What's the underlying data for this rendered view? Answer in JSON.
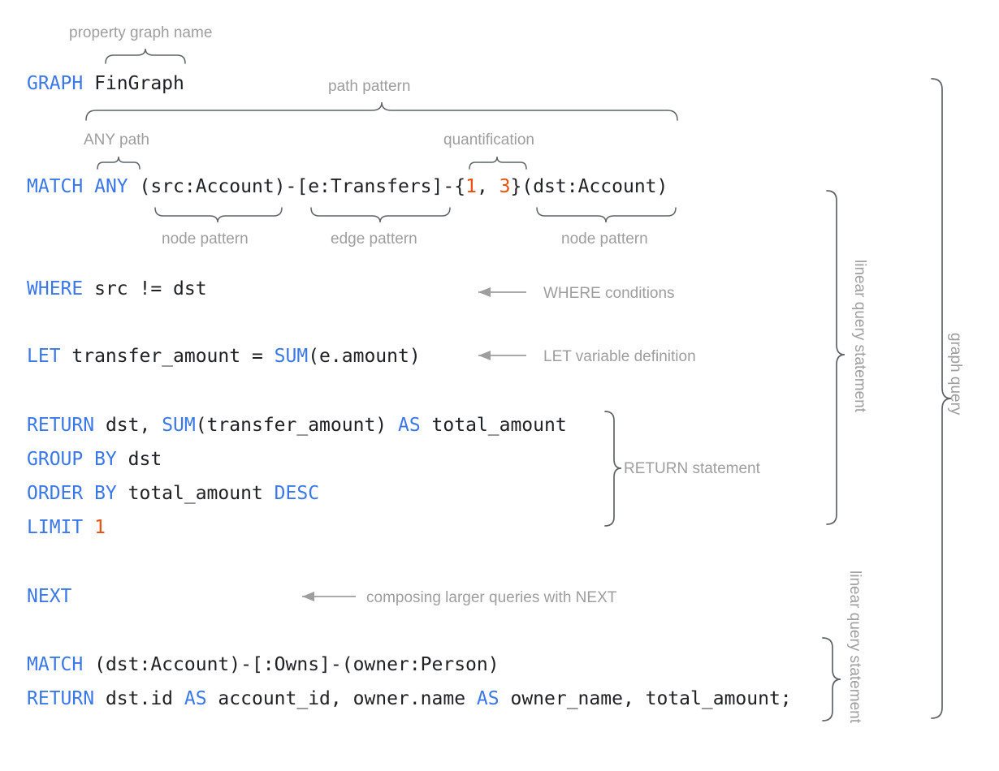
{
  "diagram": {
    "title": "GQL graph query annotated syntax diagram",
    "colors": {
      "keyword": "#3b78e7",
      "literal": "#e8500f",
      "code_text": "#202124",
      "annotation": "#9e9e9e",
      "brace": "#5f6368",
      "background": "#ffffff"
    }
  },
  "code_lines": [
    {
      "id": "line-graph",
      "tokens": [
        {
          "t": "GRAPH",
          "k": "kw"
        },
        {
          "t": " FinGraph",
          "k": "plain"
        }
      ]
    },
    {
      "id": "line-match-any",
      "tokens": [
        {
          "t": "MATCH",
          "k": "kw"
        },
        {
          "t": " ",
          "k": "plain"
        },
        {
          "t": "ANY",
          "k": "kw"
        },
        {
          "t": " (src:Account)-[e:Transfers]-{",
          "k": "plain"
        },
        {
          "t": "1",
          "k": "num"
        },
        {
          "t": ", ",
          "k": "plain"
        },
        {
          "t": "3",
          "k": "num"
        },
        {
          "t": "}(dst:Account)",
          "k": "plain"
        }
      ]
    },
    {
      "id": "line-where",
      "tokens": [
        {
          "t": "WHERE",
          "k": "kw"
        },
        {
          "t": " src != dst",
          "k": "plain"
        }
      ]
    },
    {
      "id": "line-let",
      "tokens": [
        {
          "t": "LET",
          "k": "kw"
        },
        {
          "t": " transfer_amount = ",
          "k": "plain"
        },
        {
          "t": "SUM",
          "k": "kw"
        },
        {
          "t": "(e.amount)",
          "k": "plain"
        }
      ]
    },
    {
      "id": "line-return",
      "tokens": [
        {
          "t": "RETURN",
          "k": "kw"
        },
        {
          "t": " dst, ",
          "k": "plain"
        },
        {
          "t": "SUM",
          "k": "kw"
        },
        {
          "t": "(transfer_amount) ",
          "k": "plain"
        },
        {
          "t": "AS",
          "k": "kw"
        },
        {
          "t": " total_amount",
          "k": "plain"
        }
      ]
    },
    {
      "id": "line-group-by",
      "tokens": [
        {
          "t": "GROUP BY",
          "k": "kw"
        },
        {
          "t": " dst",
          "k": "plain"
        }
      ]
    },
    {
      "id": "line-order-by",
      "tokens": [
        {
          "t": "ORDER BY",
          "k": "kw"
        },
        {
          "t": " total_amount ",
          "k": "plain"
        },
        {
          "t": "DESC",
          "k": "kw"
        }
      ]
    },
    {
      "id": "line-limit",
      "tokens": [
        {
          "t": "LIMIT",
          "k": "kw"
        },
        {
          "t": " ",
          "k": "plain"
        },
        {
          "t": "1",
          "k": "num"
        }
      ]
    },
    {
      "id": "line-next",
      "tokens": [
        {
          "t": "NEXT",
          "k": "kw"
        }
      ]
    },
    {
      "id": "line-match-owns",
      "tokens": [
        {
          "t": "MATCH",
          "k": "kw"
        },
        {
          "t": " (dst:Account)-[:Owns]-(owner:Person)",
          "k": "plain"
        }
      ]
    },
    {
      "id": "line-return-final",
      "tokens": [
        {
          "t": "RETURN",
          "k": "kw"
        },
        {
          "t": " dst.id ",
          "k": "plain"
        },
        {
          "t": "AS",
          "k": "kw"
        },
        {
          "t": " account_id, owner.name ",
          "k": "plain"
        },
        {
          "t": "AS",
          "k": "kw"
        },
        {
          "t": " owner_name, total_amount;",
          "k": "plain"
        }
      ]
    }
  ],
  "annotations": {
    "property_graph_name": "property graph name",
    "path_pattern": "path pattern",
    "any_path": "ANY path",
    "quantification": "quantification",
    "node_pattern_left": "node pattern",
    "edge_pattern": "edge pattern",
    "node_pattern_right": "node pattern",
    "where_conditions": "WHERE conditions",
    "let_variable_definition": "LET variable definition",
    "return_statement": "RETURN statement",
    "composing_with_next": "composing larger queries with NEXT",
    "linear_query_statement_1": "linear query statement",
    "linear_query_statement_2": "linear query statement",
    "graph_query": "graph query"
  }
}
